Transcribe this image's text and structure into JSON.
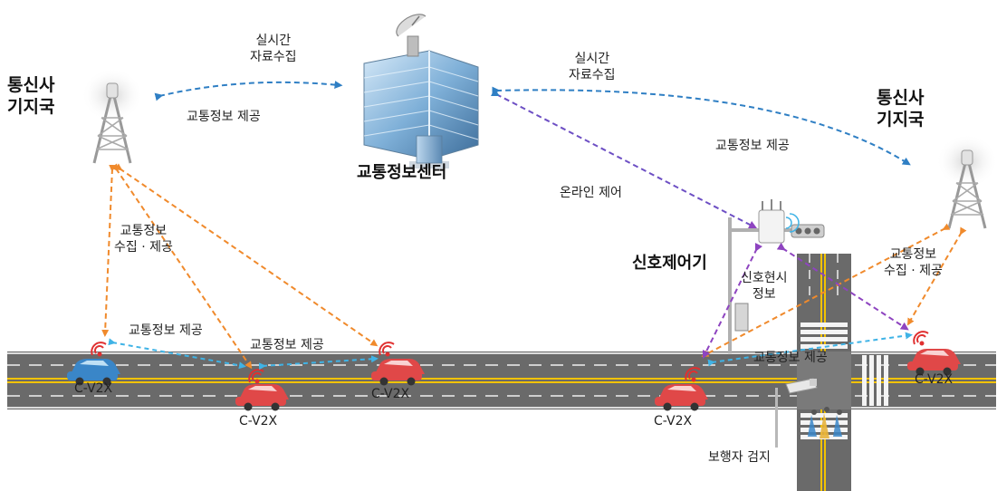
{
  "labels": {
    "tower_left": [
      "통신사",
      "기지국"
    ],
    "tower_right": [
      "통신사",
      "기지국"
    ],
    "center": "교통정보센터",
    "realtime_left": [
      "실시간",
      "자료수집"
    ],
    "realtime_right": [
      "실시간",
      "자료수집"
    ],
    "provide_left": "교통정보 제공",
    "provide_right": "교통정보 제공",
    "online_control": "온라인 제어",
    "signal_controller": "신호제어기",
    "collect_left": [
      "교통정보",
      "수집 · 제공"
    ],
    "collect_right": [
      "교통정보",
      "수집 · 제공"
    ],
    "signal_status": [
      "신호현시",
      "정보"
    ],
    "v2v_1": "교통정보 제공",
    "v2v_2": "교통정보 제공",
    "v2v_3": "교통정보 제공",
    "pedestrian": "보행자 검지",
    "vehicle_tag": "C-V2X"
  },
  "colors": {
    "orange": "#f08a2c",
    "blue": "#2f7fc4",
    "purple": "#8e44c0",
    "cyan": "#3fb3e6",
    "road": "#6a6a6a",
    "lane_yellow": "#f2c200",
    "car_red": "#e04848",
    "car_blue": "#3a86c8"
  },
  "icons": [
    "tower-icon",
    "building-icon",
    "satellite-dish-icon",
    "signal-controller-icon",
    "traffic-light-icon",
    "car-icon",
    "signal-wave-icon",
    "camera-icon"
  ]
}
